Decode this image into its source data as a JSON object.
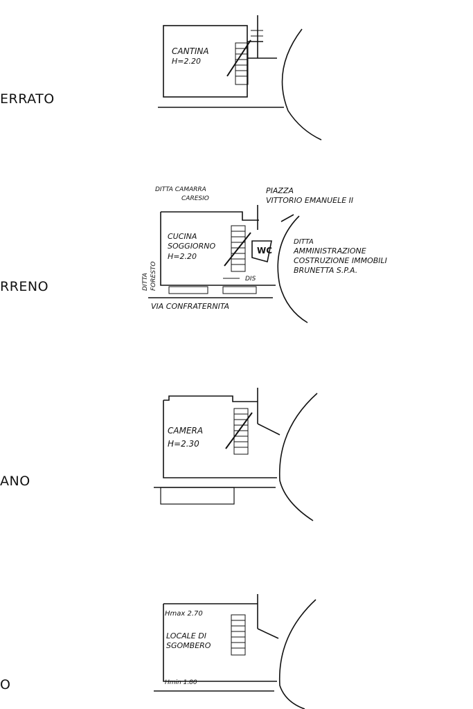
{
  "floors": [
    {
      "side_label": "ERRATO",
      "room_name": "CANTINA",
      "room_height": "H=2.20"
    },
    {
      "side_label": "RRENO",
      "room_name_1": "CUCINA",
      "room_name_2": "SOGGIORNO",
      "room_height": "H=2.20",
      "wc_label": "WC",
      "dis_label": "DIS",
      "owner_top_1": "DITTA CAMARRA",
      "owner_top_2": "CARESIO",
      "owner_left_1": "DITTA",
      "owner_left_2": "FORESTO",
      "square_1": "PIAZZA",
      "square_2": "VITTORIO EMANUELE II",
      "owner_right_1": "DITTA",
      "owner_right_2": "AMMINISTRAZIONE",
      "owner_right_3": "COSTRUZIONE IMMOBILI",
      "owner_right_4": "BRUNETTA S.P.A.",
      "street": "VIA CONFRATERNITA"
    },
    {
      "side_label": "ANO",
      "room_name": "CAMERA",
      "room_height": "H=2.30"
    },
    {
      "side_label": "O",
      "room_name_1": "LOCALE DI",
      "room_name_2": "SGOMBERO",
      "height_max": "Hmax 2.70",
      "height_min": "Hmin 1.80"
    }
  ],
  "colors": {
    "ink": "#111111",
    "paper": "#ffffff"
  }
}
